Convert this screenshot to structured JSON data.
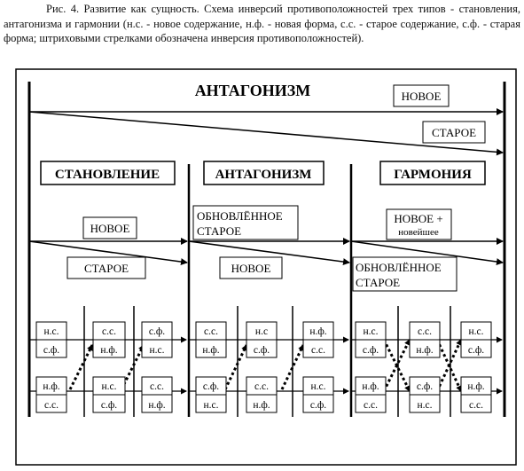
{
  "caption": "Рис. 4. Развитие как сущность. Схема инверсий противоположностей трех типов - становления, антагонизма и гармонии (н.с. - новое содержание, н.ф. - новая форма, с.с. - старое содержание, с.ф. - старая форма; штриховыми стрелками обозначена инверсия противоположностей).",
  "top": {
    "title": "АНТАГОНИЗМ",
    "new_label": "НОВОЕ",
    "old_label": "СТАРОЕ"
  },
  "sections": [
    {
      "header": "СТАНОВЛЕНИЕ",
      "new_label": "НОВОЕ",
      "old_label": "СТАРОЕ",
      "cells": [
        {
          "top": "н.с.",
          "bottom": "с.ф."
        },
        {
          "top": "с.с.",
          "bottom": "н.ф."
        },
        {
          "top": "с.ф.",
          "bottom": "н.с."
        },
        {
          "top": "н.ф.",
          "bottom": "с.с."
        },
        {
          "top": "н.с.",
          "bottom": "с.ф."
        },
        {
          "top": "с.с.",
          "bottom": "н.ф."
        }
      ]
    },
    {
      "header": "АНТАГОНИЗМ",
      "new_label_line1": "ОБНОВЛЁННОЕ",
      "new_label_line2": "СТАРОЕ",
      "old_label": "НОВОЕ",
      "cells": [
        {
          "top": "с.с.",
          "bottom": "н.ф."
        },
        {
          "top": "н.с",
          "bottom": "с.ф."
        },
        {
          "top": "н.ф.",
          "bottom": "с.с."
        },
        {
          "top": "с.ф.",
          "bottom": "н.с."
        },
        {
          "top": "с.с.",
          "bottom": "н.ф."
        },
        {
          "top": "н.с.",
          "bottom": "с.ф."
        }
      ]
    },
    {
      "header": "ГАРМОНИЯ",
      "new_label_line1": "НОВОЕ +",
      "new_label_line2": "новейшее",
      "old_label_line1": "ОБНОВЛЁННОЕ",
      "old_label_line2": "СТАРОЕ",
      "cells": [
        {
          "top": "н.с.",
          "bottom": "с.ф."
        },
        {
          "top": "с.с.",
          "bottom": "н.ф."
        },
        {
          "top": "н.с.",
          "bottom": "с.ф."
        },
        {
          "top": "н.ф.",
          "bottom": "с.с."
        },
        {
          "top": "с.ф.",
          "bottom": "н.с."
        },
        {
          "top": "н.ф.",
          "bottom": "с.с."
        }
      ]
    }
  ]
}
